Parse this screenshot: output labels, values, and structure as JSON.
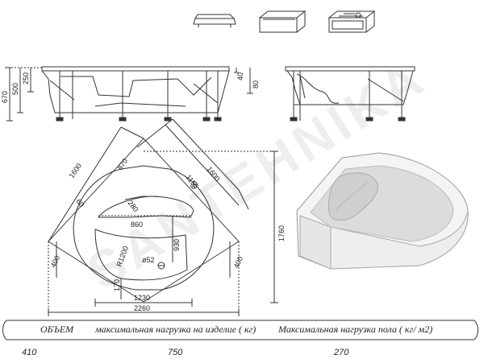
{
  "top_views": {
    "side_dims": [
      "670",
      "500",
      "250",
      "40",
      "80"
    ]
  },
  "plan": {
    "dims": {
      "left_width": "1600",
      "right_width": "1600",
      "top_870": "870",
      "top_1155": "1155",
      "r60_left": "60",
      "r60_right": "60",
      "seat_280": "280",
      "seat_860": "860",
      "drop_930": "930",
      "radius": "R1200",
      "drain": "ø52",
      "height_1760": "1760",
      "left_400": "400",
      "right_400": "400",
      "bottom_170": "170",
      "bottom_1230": "1230",
      "bottom_2260": "2260"
    }
  },
  "table": {
    "headers": {
      "volume": "ОБЪЕМ",
      "max_load_product": "максимальная нагрузка на изделие ( кг)",
      "max_load_floor": "Максимальная нагрузка пола ( кг/ м2)"
    },
    "values": {
      "volume": "410",
      "max_load_product": "750",
      "max_load_floor": "270"
    }
  },
  "watermark": {
    "text": "SANTEHNIKA"
  }
}
